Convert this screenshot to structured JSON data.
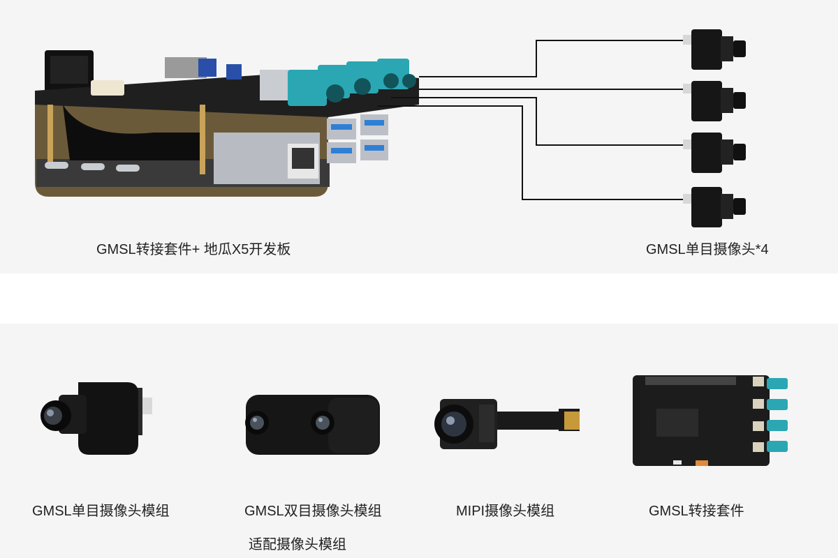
{
  "top_section": {
    "kit_caption": "GMSL转接套件+ 地瓜X5开发板",
    "cameras_caption": "GMSL单目摄像头*4"
  },
  "bottom_section": {
    "items": [
      {
        "label": "GMSL单目摄像头模组"
      },
      {
        "label": "GMSL双目摄像头模组"
      },
      {
        "label": "MIPI摄像头模组"
      },
      {
        "label": "GMSL转接套件"
      }
    ],
    "footer_label": "适配摄像头模组"
  },
  "colors": {
    "panel": "#f5f5f5",
    "pcb": "#1f1f1f",
    "fakra": "#2aa7b3",
    "usb": "#2f7fd6",
    "wire": "#111111"
  }
}
